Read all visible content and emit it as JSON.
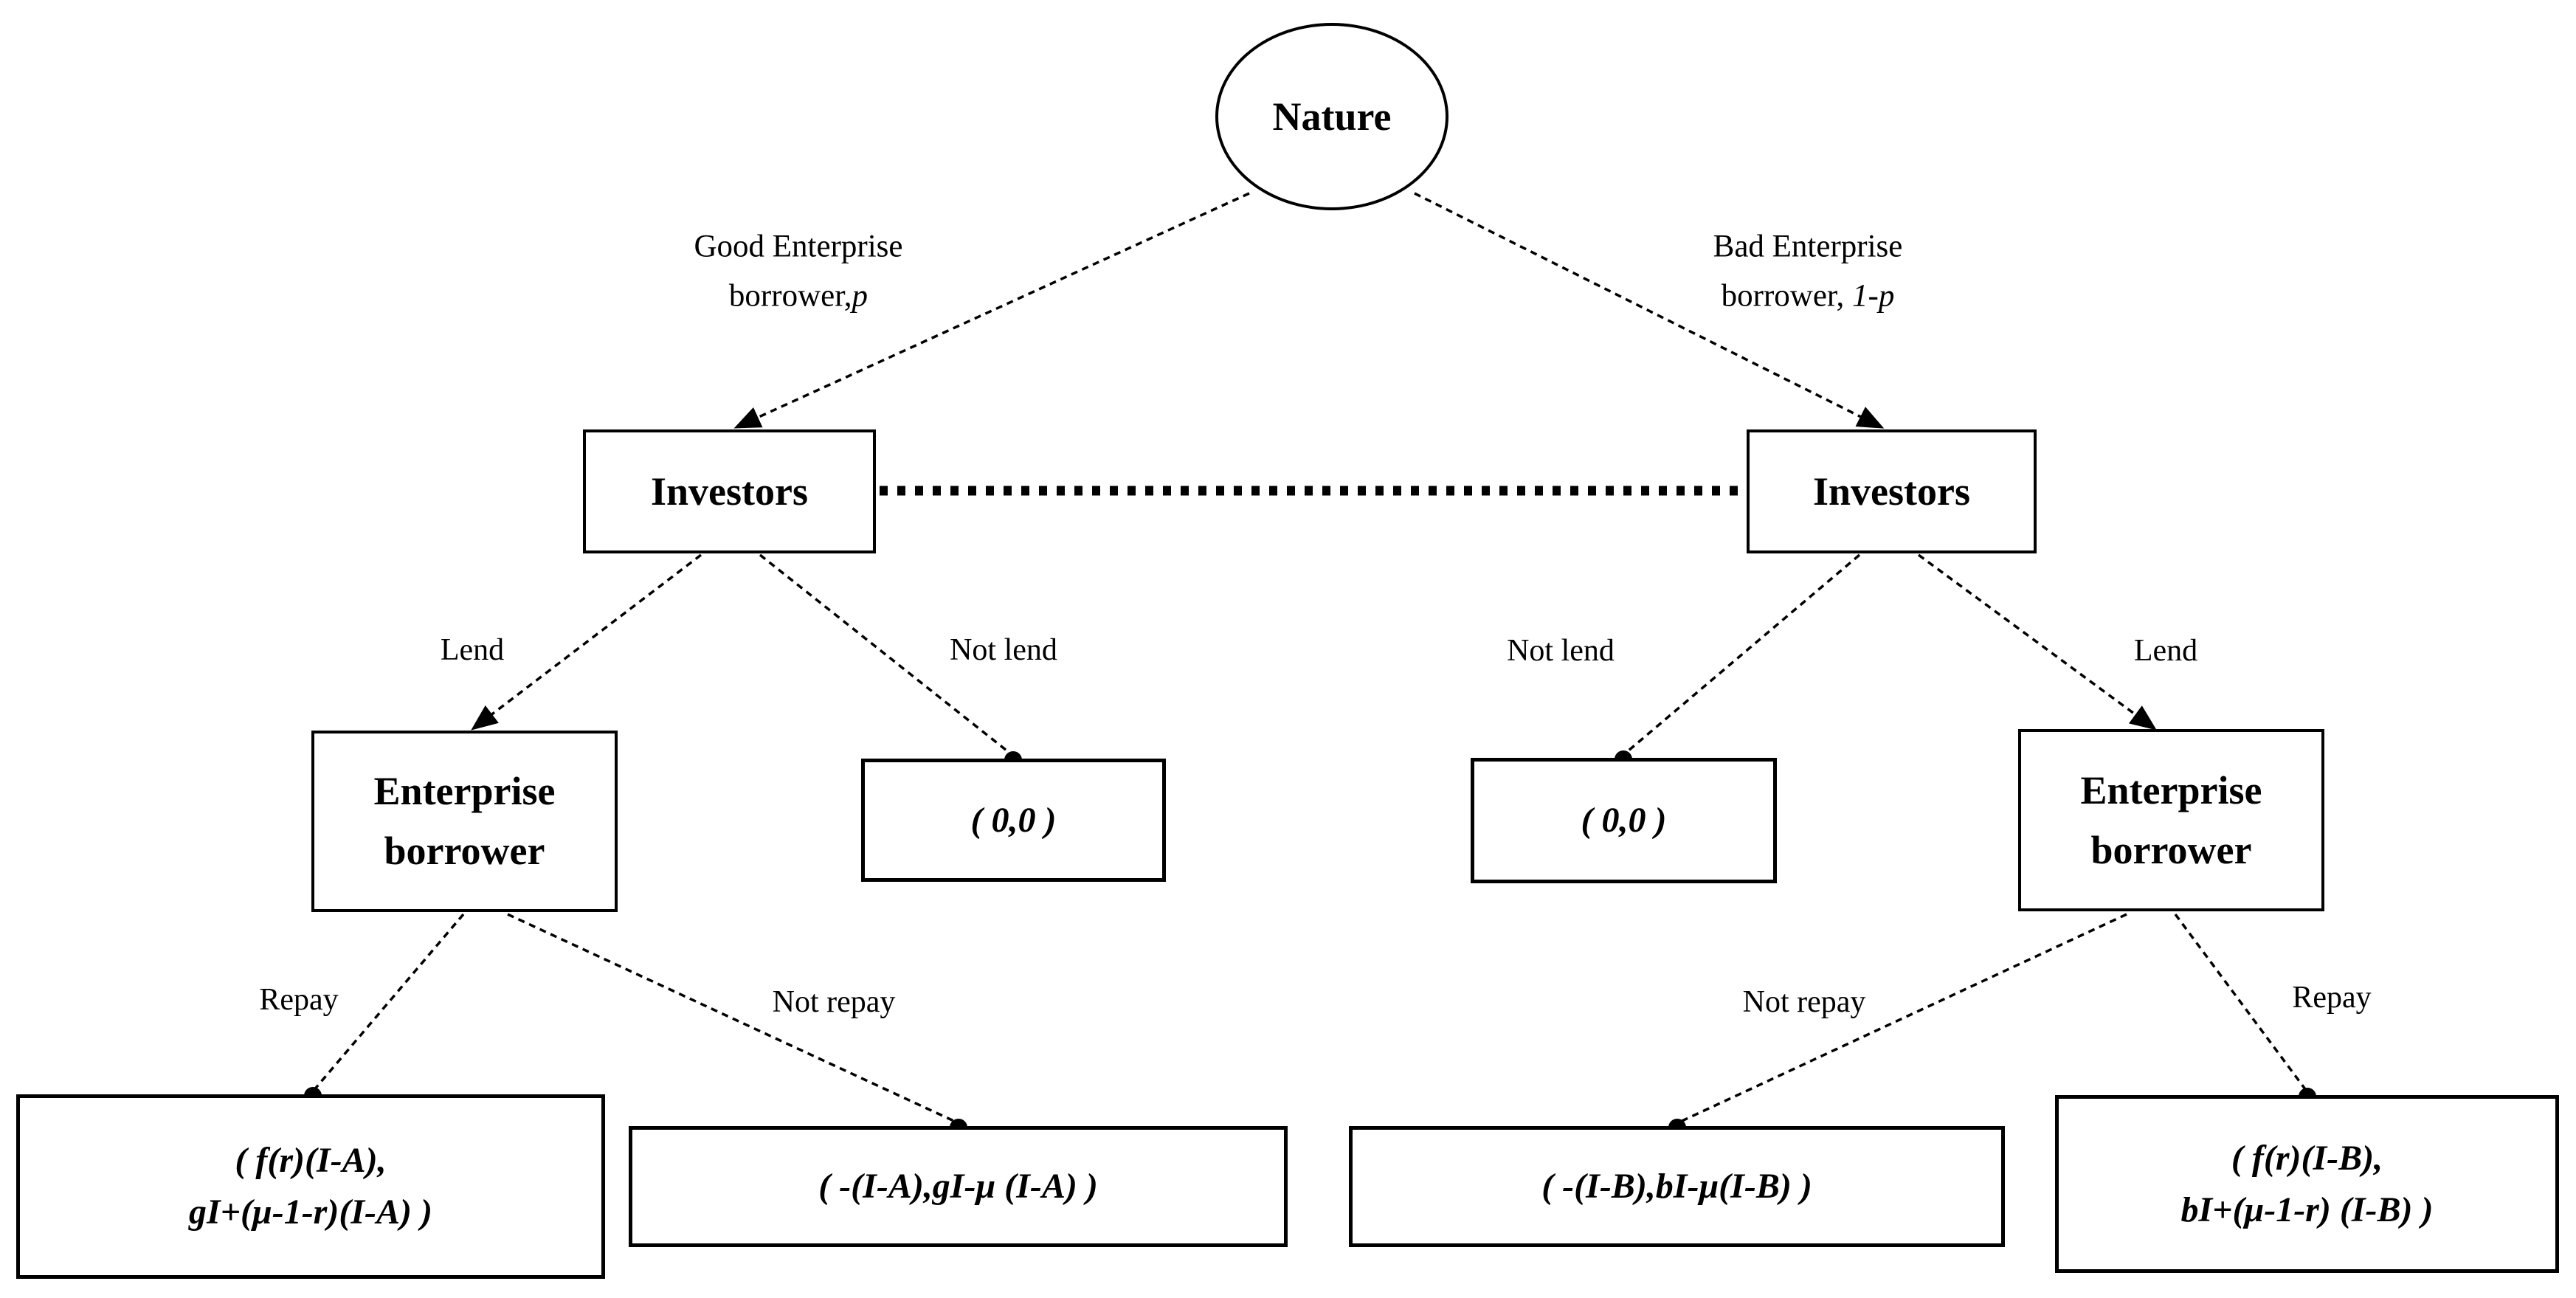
{
  "figure": {
    "root_label": "Nature",
    "branch_left": {
      "line1": "Good Enterprise",
      "line2": "borrower,",
      "prob": "p"
    },
    "branch_right": {
      "line1": "Bad Enterprise",
      "line2": "borrower,",
      "prob": "1-p"
    },
    "nodes": {
      "investors_left": "Investors",
      "investors_right": "Investors",
      "enterprise_left": "Enterprise\nborrower",
      "enterprise_right": "Enterprise\nborrower"
    },
    "actions": {
      "lend_left": "Lend",
      "not_lend_left": "Not lend",
      "not_lend_right": "Not lend",
      "lend_right": "Lend",
      "repay_left": "Repay",
      "not_repay_left": "Not repay",
      "not_repay_right": "Not repay",
      "repay_right": "Repay"
    },
    "payoffs": {
      "zero_left": "( 0,0 )",
      "zero_right": "( 0,0 )",
      "good_repay": "( f(r)(I-A),\ngI+(μ-1-r)(I-A) )",
      "good_not_repay": "( -(I-A),gI-μ (I-A) )",
      "bad_not_repay": "( -(I-B),bI-μ(I-B) )",
      "bad_repay": "( f(r)(I-B),\nbI+(μ-1-r) (I-B) )"
    },
    "colors": {
      "ink": "#000000",
      "background": "#ffffff"
    }
  }
}
